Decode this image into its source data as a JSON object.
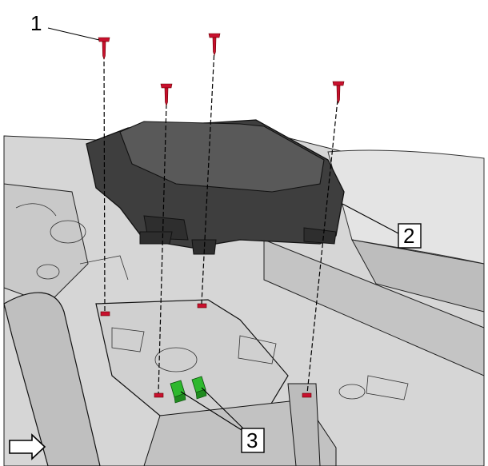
{
  "callouts": [
    {
      "id": "1",
      "label": "1",
      "part": "fastener"
    },
    {
      "id": "2",
      "label": "2",
      "part": "module-housing"
    },
    {
      "id": "3",
      "label": "3",
      "part": "electrical-connectors"
    }
  ],
  "colors": {
    "fastener": "#c8102e",
    "connector": "#2eb82e",
    "housing": "#3f3f3f",
    "background-metal": "#cfcfcf",
    "outline": "#111111"
  },
  "icons": {
    "direction-arrow": "arrow-right-icon"
  }
}
